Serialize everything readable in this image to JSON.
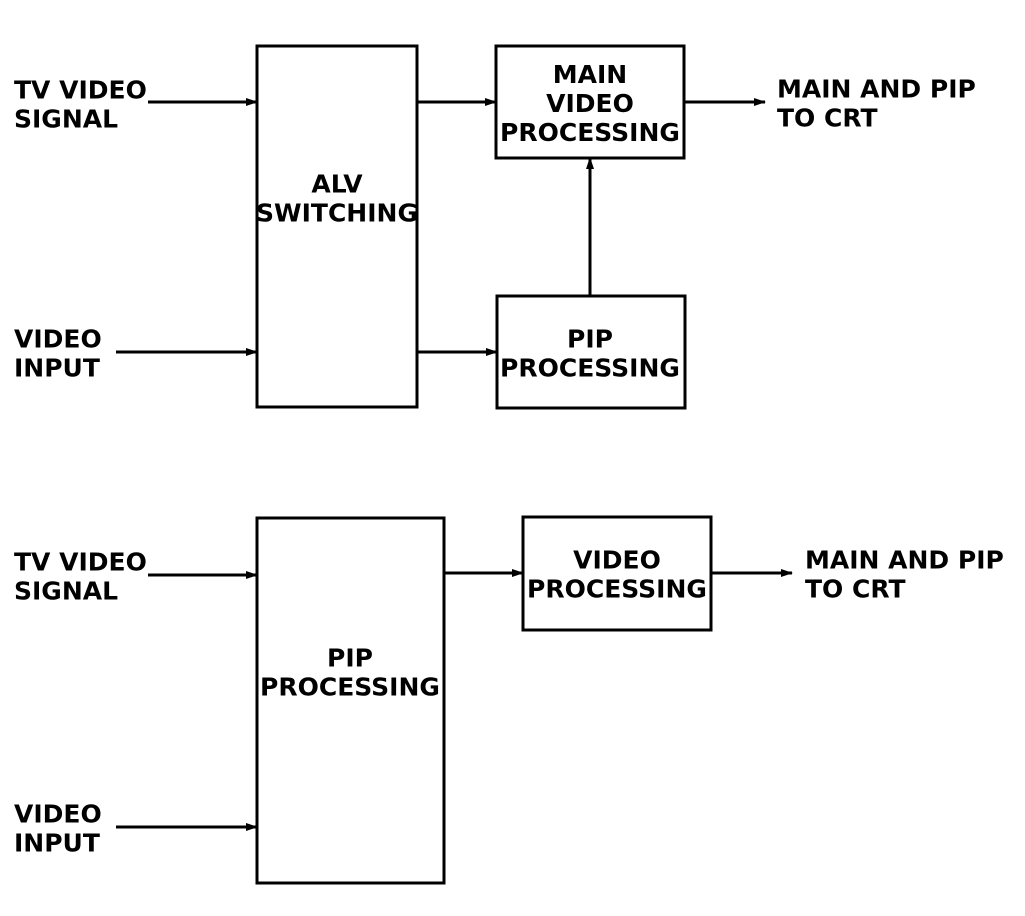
{
  "colors": {
    "ink": "#000000",
    "background": "#ffffff"
  },
  "top": {
    "inputs": {
      "tv_video_signal": [
        "TV VIDEO",
        "SIGNAL"
      ],
      "video_input": [
        "VIDEO",
        "INPUT"
      ]
    },
    "blocks": {
      "alv_switching": [
        "ALV",
        "SWITCHING"
      ],
      "main_video_processing": [
        "MAIN",
        "VIDEO",
        "PROCESSING"
      ],
      "pip_processing": [
        "PIP",
        "PROCESSING"
      ]
    },
    "output": [
      "MAIN AND PIP",
      "TO CRT"
    ]
  },
  "bottom": {
    "inputs": {
      "tv_video_signal": [
        "TV VIDEO",
        "SIGNAL"
      ],
      "video_input": [
        "VIDEO",
        "INPUT"
      ]
    },
    "blocks": {
      "pip_processing": [
        "PIP",
        "PROCESSING"
      ],
      "video_processing": [
        "VIDEO",
        "PROCESSING"
      ]
    },
    "output": [
      "MAIN AND PIP",
      "TO CRT"
    ]
  }
}
